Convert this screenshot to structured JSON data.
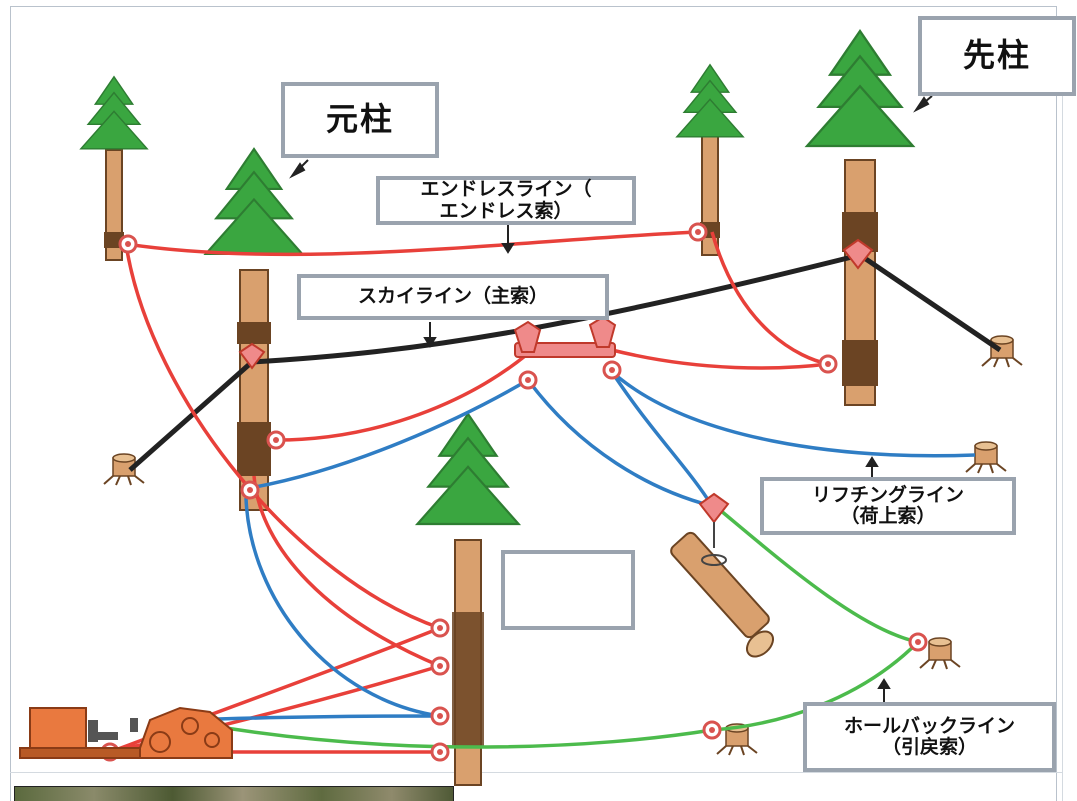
{
  "labels": {
    "motobashira": "元柱",
    "sakibashira": "先柱",
    "endless_line_1": "エンドレスライン（",
    "endless_line_2": "エンドレス索）",
    "skyline": "スカイライン（主索）",
    "lifting_line_1": "リフチングライン",
    "lifting_line_2": "（荷上索）",
    "haulback_line_1": "ホールバックライン",
    "haulback_line_2": "（引戻索）",
    "empty_box": ""
  },
  "colors": {
    "endless_line": "#e8403a",
    "skyline": "#222222",
    "lifting_line": "#2f7dc4",
    "haulback_line": "#4cbb4c",
    "tree_foliage": "#3aa640",
    "trunk": "#d9a06e",
    "pulley": "#e36f6f",
    "yarder": "#e9793f",
    "box_border": "#9aa3ae"
  },
  "icons": [
    "tree-icon",
    "stump-icon",
    "pulley-icon",
    "carriage-icon",
    "log-icon",
    "yarder-machine-icon"
  ]
}
